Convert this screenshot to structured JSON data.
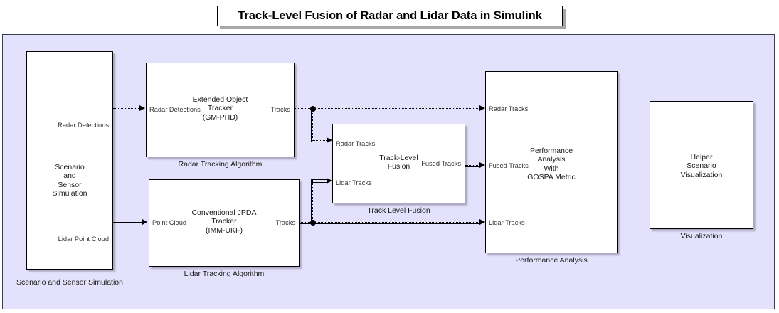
{
  "title": "Track-Level Fusion of Radar and Lidar Data in Simulink",
  "blocks": {
    "scenario": {
      "body": "Scenario\nand\nSensor\nSimulation",
      "caption": "Scenario and Sensor Simulation",
      "out1": "Radar Detections",
      "out2": "Lidar Point Cloud"
    },
    "radar_tracker": {
      "body": "Extended Object\nTracker\n(GM-PHD)",
      "caption": "Radar Tracking Algorithm",
      "in1": "Radar Detections",
      "out1": "Tracks"
    },
    "lidar_tracker": {
      "body": "Conventional JPDA\nTracker\n(IMM-UKF)",
      "caption": "Lidar Tracking Algorithm",
      "in1": "Point Cloud",
      "out1": "Tracks"
    },
    "fusion": {
      "body": "Track-Level\nFusion",
      "caption": "Track Level Fusion",
      "in1": "Radar Tracks",
      "in2": "Lidar Tracks",
      "out1": "Fused Tracks"
    },
    "performance": {
      "body": "Performance\nAnalysis\nWith\nGOSPA Metric",
      "caption": "Performance Analysis",
      "in1": "Radar Tracks",
      "in2": "Fused Tracks",
      "in3": "Lidar Tracks"
    },
    "visualization": {
      "body": "Helper\nScenario\nVisualization",
      "caption": "Visualization"
    }
  },
  "colors": {
    "canvas_background": "#e3e1fb",
    "canvas_border": "#3b3b4e",
    "block_fill": "#ffffff",
    "line": "#000000"
  }
}
